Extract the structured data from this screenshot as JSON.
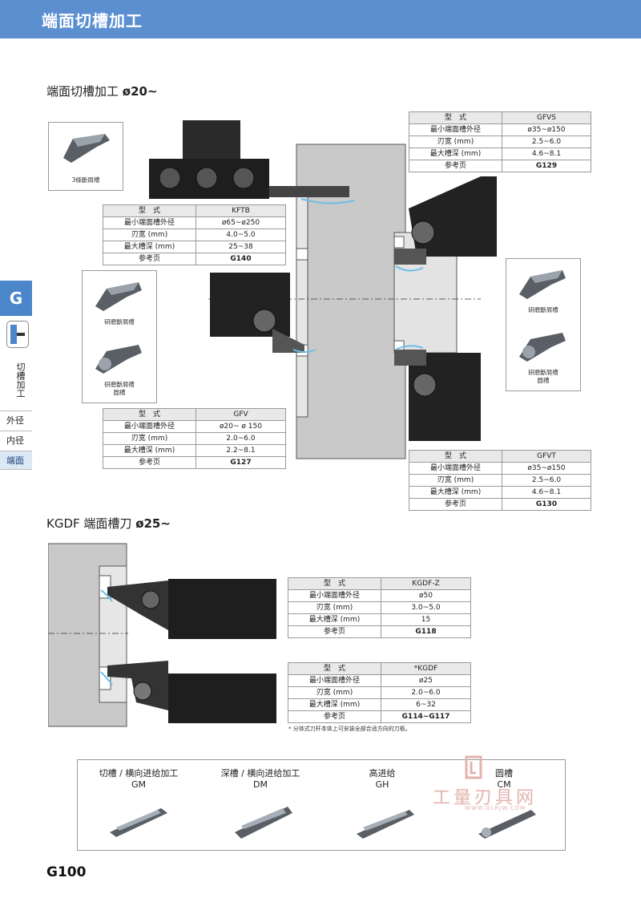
{
  "header": {
    "title": "端面切槽加工"
  },
  "section1": {
    "title": "端面切槽加工 ",
    "size": "ø20~"
  },
  "section2": {
    "title": "KGDF 端面槽刀 ",
    "size": "ø25~"
  },
  "sidebar": {
    "g_label": "G",
    "vertical_label": "切槽加工",
    "tabs": [
      "外径",
      "内径",
      "端面"
    ]
  },
  "captions": {
    "three_chipbreaker": "3條斷屑槽",
    "ground_chipbreaker_left": "研磨斷屑槽",
    "ground_chipbreaker_round_left_1": "研磨斷屑槽",
    "ground_chipbreaker_round_left_2": "圆槽",
    "ground_chipbreaker_right": "研磨斷屑槽",
    "ground_chipbreaker_round_right_1": "研磨斷屑槽",
    "ground_chipbreaker_round_right_2": "圆槽"
  },
  "tables": {
    "gfvs": {
      "rows": [
        [
          "型　式",
          "GFVS"
        ],
        [
          "最小端面槽外径",
          "ø35~ø150"
        ],
        [
          "刃宽 (mm)",
          "2.5~6.0"
        ],
        [
          "最大槽深 (mm)",
          "4.6~8.1"
        ],
        [
          "参考页",
          "G129"
        ]
      ]
    },
    "kftb": {
      "rows": [
        [
          "型　式",
          "KFTB"
        ],
        [
          "最小端面槽外径",
          "ø65~ø250"
        ],
        [
          "刃宽 (mm)",
          "4.0~5.0"
        ],
        [
          "最大槽深 (mm)",
          "25~38"
        ],
        [
          "参考页",
          "G140"
        ]
      ]
    },
    "gfv": {
      "rows": [
        [
          "型　式",
          "GFV"
        ],
        [
          "最小端面槽外径",
          "ø20~ ø 150"
        ],
        [
          "刃宽 (mm)",
          "2.0~6.0"
        ],
        [
          "最大槽深 (mm)",
          "2.2~8.1"
        ],
        [
          "参考页",
          "G127"
        ]
      ]
    },
    "gfvt": {
      "rows": [
        [
          "型　式",
          "GFVT"
        ],
        [
          "最小端面槽外径",
          "ø35~ø150"
        ],
        [
          "刃宽 (mm)",
          "2.5~6.0"
        ],
        [
          "最大槽深 (mm)",
          "4.6~8.1"
        ],
        [
          "参考页",
          "G130"
        ]
      ]
    },
    "kgdfz": {
      "rows": [
        [
          "型　式",
          "KGDF-Z"
        ],
        [
          "最小端面槽外径",
          "ø50"
        ],
        [
          "刃宽 (mm)",
          "3.0~5.0"
        ],
        [
          "最大槽深 (mm)",
          "15"
        ],
        [
          "参考页",
          "G118"
        ]
      ]
    },
    "kgdf": {
      "rows": [
        [
          "型　式",
          "*KGDF"
        ],
        [
          "最小端面槽外径",
          "ø25"
        ],
        [
          "刃宽 (mm)",
          "2.0~6.0"
        ],
        [
          "最大槽深 (mm)",
          "6~32"
        ],
        [
          "参考页",
          "G114~G117"
        ]
      ]
    }
  },
  "note": "* 分体式刀杆本体上可安装全部合适方向的刀板。",
  "inserts": [
    {
      "label": "切槽 / 横向进给加工",
      "code": "GM"
    },
    {
      "label": "深槽 / 横向进给加工",
      "code": "DM"
    },
    {
      "label": "高进给",
      "code": "GH"
    },
    {
      "label": "圆槽",
      "code": "CM"
    }
  ],
  "watermark": {
    "brand": "工量刃具网",
    "url": "WWW.GLRJW.COM"
  },
  "footer": {
    "page": "G100"
  },
  "colors": {
    "header": "#5b8fd0",
    "side_tab": "#4a86c9",
    "steel": "#2a2a2a"
  }
}
